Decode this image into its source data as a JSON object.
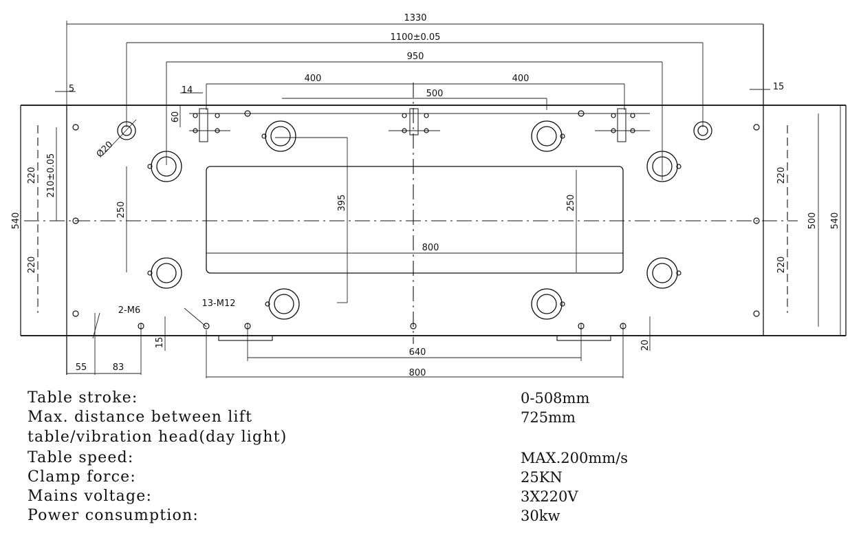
{
  "drawing": {
    "dimensions": {
      "overall_width": "1330",
      "hole_spacing": "1100±0.05",
      "mount_width": "950",
      "left_span": "400",
      "right_span": "400",
      "center_span": "500",
      "left_offset": "14",
      "right_offset": "15",
      "left_edge": "5",
      "slot_height": "60",
      "hole_dia": "Ø20",
      "upper_half": "220",
      "lower_half": "220",
      "hole_tol": "210±0.05",
      "height_left": "540",
      "inner_height": "250",
      "center_depth": "395",
      "window_height": "250",
      "window_width": "800",
      "right_upper": "220",
      "right_lower": "220",
      "right_inner": "500",
      "height_right": "540",
      "thread_a": "2-M6",
      "thread_b": "13-M12",
      "left_step": "15",
      "bottom_step": "20",
      "dim_55": "55",
      "dim_83": "83",
      "bottom_640": "640",
      "bottom_800": "800"
    }
  },
  "specs": [
    {
      "label": "Table stroke:",
      "value": "0-508mm"
    },
    {
      "label": "Max. distance between lift",
      "value": "725mm"
    },
    {
      "label": "table/vibration head(day light)",
      "value": ""
    },
    {
      "label": "Table speed:",
      "value": "MAX.200mm/s"
    },
    {
      "label": "Clamp force:",
      "value": "25KN"
    },
    {
      "label": "Mains voltage:",
      "value": "3X220V"
    },
    {
      "label": "Power consumption:",
      "value": "30kw"
    }
  ]
}
